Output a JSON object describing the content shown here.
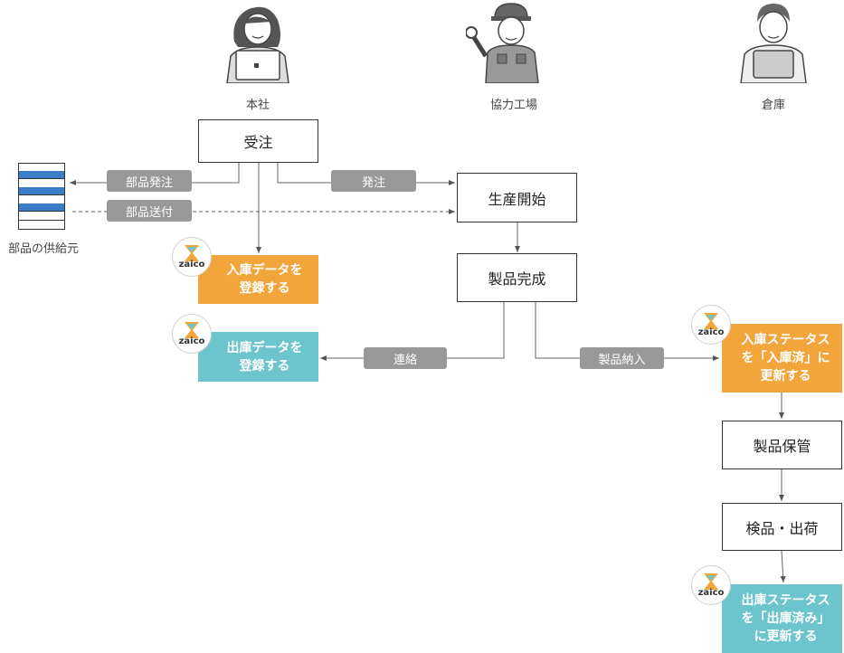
{
  "actors": {
    "headquarters": "本社",
    "factory": "協力工場",
    "warehouse": "倉庫",
    "supplier": "部品の供給元"
  },
  "boxes": {
    "order_received": "受注",
    "production_start": "生産開始",
    "product_complete": "製品完成",
    "product_storage": "製品保管",
    "inspection_shipping": "検品・出荷"
  },
  "edge_labels": {
    "parts_order": "部品発注",
    "parts_shipment": "部品送付",
    "order": "発注",
    "contact": "連絡",
    "product_delivery": "製品納入"
  },
  "zaico_boxes": {
    "register_inbound": {
      "line1": "入庫データを",
      "line2": "登録する"
    },
    "register_outbound": {
      "line1": "出庫データを",
      "line2": "登録する"
    },
    "update_inbound_status": {
      "line1": "入庫ステータス",
      "line2": "を「入庫済」に",
      "line3": "更新する"
    },
    "update_outbound_status": {
      "line1": "出庫ステータス",
      "line2": "を「出庫済み」",
      "line3": "に更新する"
    }
  },
  "logo_text": "zaico",
  "colors": {
    "orange": "#f2a53a",
    "teal": "#6cc4cc",
    "tag_gray": "#999999",
    "supplier_blue": "#3a7dc9"
  },
  "icons": [
    "woman-laptop-icon",
    "worker-wrench-icon",
    "man-tablet-icon",
    "parts-stack-icon",
    "zaico-logo-icon"
  ]
}
